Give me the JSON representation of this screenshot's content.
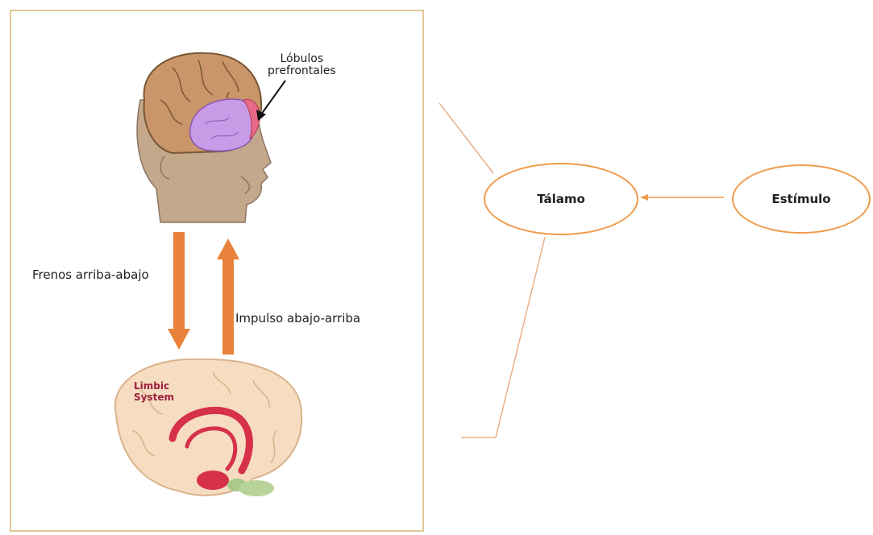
{
  "left_panel": {
    "head_label": "Lóbulos\nprefrontales",
    "brain_label": "Limbic\nSystem",
    "down_arrow_label": "Frenos arriba-abajo",
    "up_arrow_label": "Impulso abajo-arriba"
  },
  "right_diagram": {
    "thalamus_label": "Tálamo",
    "stimulus_label": "Estímulo"
  },
  "colors": {
    "panel_border": "#e4c79b",
    "arrow_orange": "#e8823a",
    "node_border": "#ef9b4a",
    "connector_line": "#e8b08a",
    "limbic_red": "#d6304a",
    "prefrontal_purple": "#c79be6",
    "head_skin": "#c4a88c",
    "brain_cortex": "#c9966a",
    "limbic_cortex": "#f6dcc0"
  },
  "icons": [
    "head-with-brain-illustration",
    "limbic-system-brain-illustration"
  ]
}
